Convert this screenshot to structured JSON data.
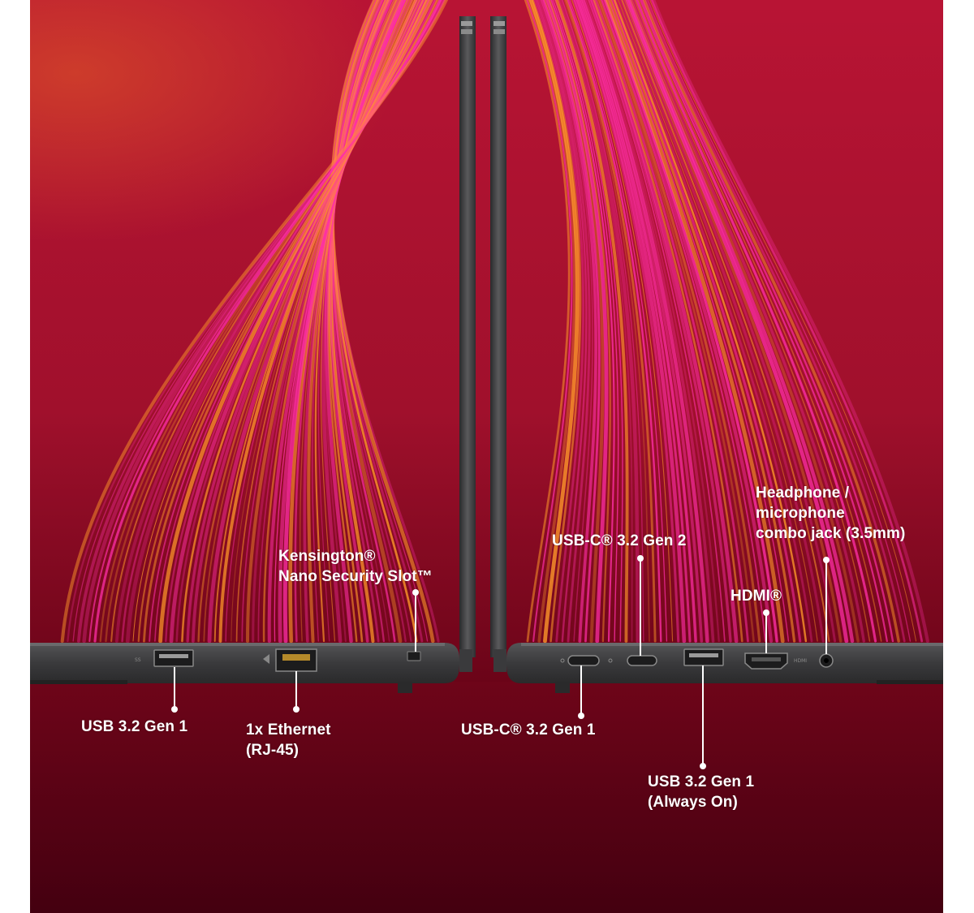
{
  "colors": {
    "background_top": "#b0102e",
    "background_bottom": "#4a0010",
    "streak_pink": "#ff2fa8",
    "streak_orange": "#ff9a2a",
    "laptop_body": "#3c3c3e",
    "callout": "#ffffff"
  },
  "left_side": {
    "usb_a_label": "USB 3.2 Gen 1",
    "ethernet_label_1": "1x Ethernet",
    "ethernet_label_2": "(RJ-45)",
    "kensington_label_1": "Kensington®",
    "kensington_label_2": "Nano Security Slot™"
  },
  "right_side": {
    "usbc_gen1_label": "USB-C® 3.2 Gen 1",
    "usbc_gen2_label": "USB-C® 3.2 Gen 2",
    "usb_a_always_on_label_1": "USB 3.2 Gen 1",
    "usb_a_always_on_label_2": "(Always On)",
    "hdmi_label": "HDMI®",
    "audio_label_1": "Headphone /",
    "audio_label_2": "microphone",
    "audio_label_3": "combo jack (3.5mm)"
  },
  "icons": [
    "usb-a-port-icon",
    "ethernet-port-icon",
    "kensington-slot-icon",
    "usb-c-port-icon",
    "hdmi-port-icon",
    "audio-jack-icon"
  ]
}
